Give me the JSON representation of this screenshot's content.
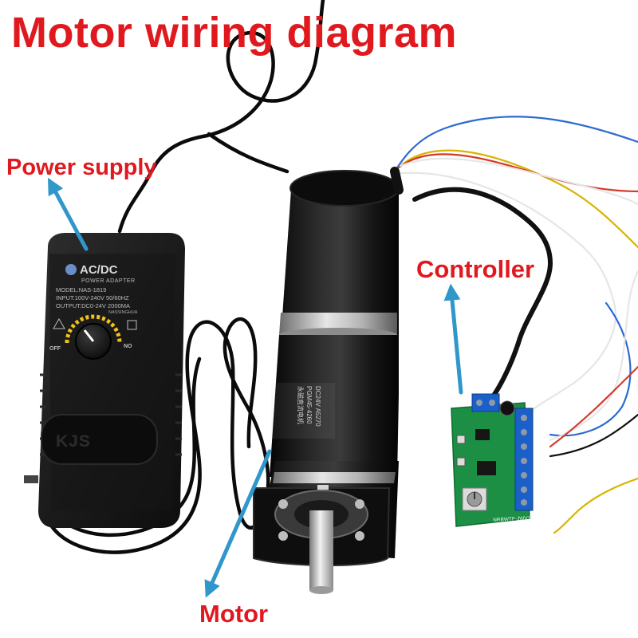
{
  "title": "Motor wiring diagram",
  "labels": {
    "power_supply": "Power supply",
    "controller": "Controller",
    "motor": "Motor"
  },
  "colors": {
    "label_red": "#e0191f",
    "arrow_blue": "#2f97c9"
  },
  "adapter": {
    "heading": "AC/DC",
    "subheading": "POWER ADAPTER",
    "model_line": "MODEL:NAS-1819",
    "input_line": "INPUT:100V-240V 50/60HZ",
    "output_line": "OUTPUT:DC0-24V 2000MA",
    "maker_line": "NASSINGHUA",
    "switch_off": "OFF",
    "switch_no": "NO",
    "brand": "KJS"
  },
  "motor_label": {
    "line1": "DC24V A5270",
    "line2": "PGM45-4260",
    "line3": "永磁直流电机"
  },
  "controller_board": {
    "silkscreen": "NRBWTF-JWV10"
  }
}
